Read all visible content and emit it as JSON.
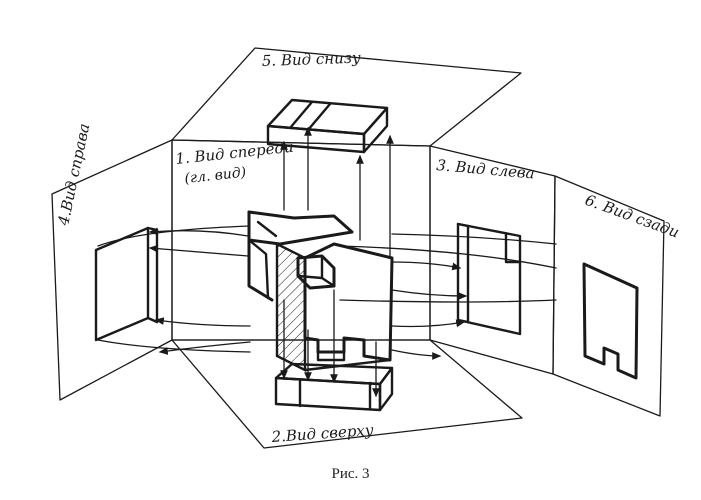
{
  "labels": {
    "front": "1. Вид спереди",
    "front_sub": "(гл. вид)",
    "top": "2.Вид сверху",
    "left": "3. Вид слева",
    "right": "4.Вид справа",
    "bottom": "5. Вид снизу",
    "back": "6. Вид сзади"
  },
  "caption": "Рис. 3",
  "colors": {
    "ink": "#1a1a1a",
    "background": "#ffffff"
  }
}
